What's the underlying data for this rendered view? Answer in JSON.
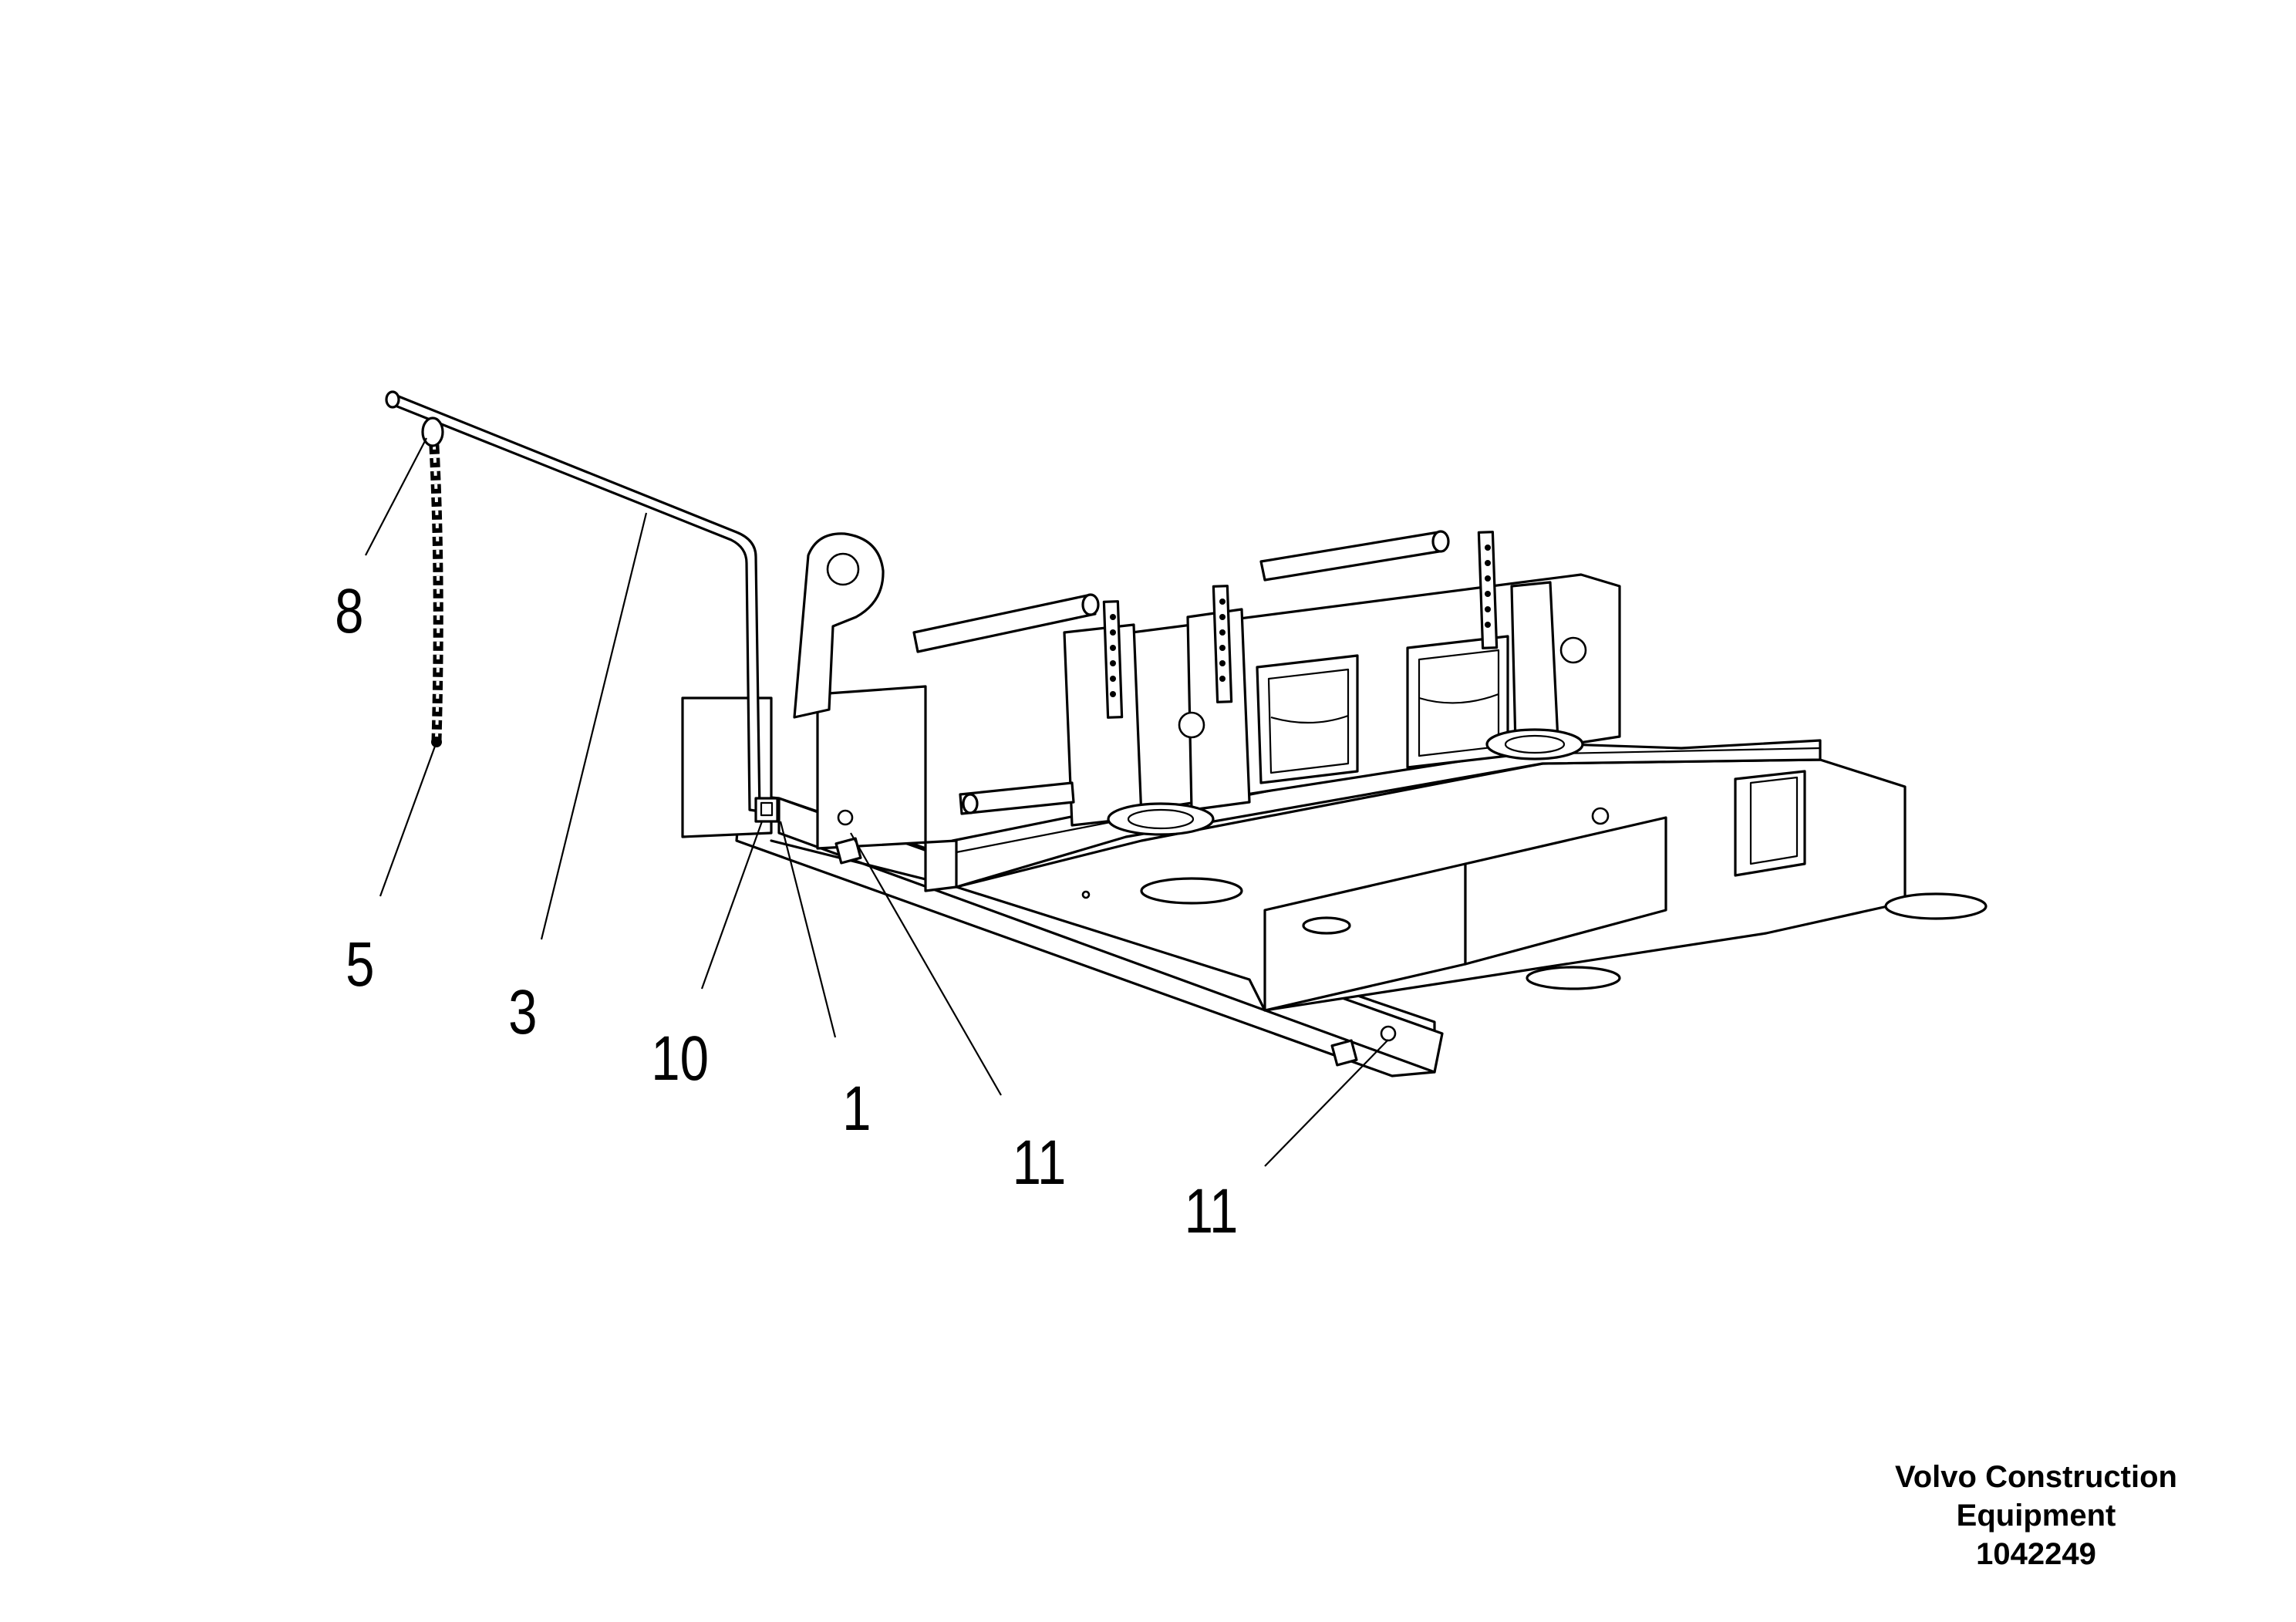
{
  "callouts": {
    "c8": "8",
    "c5": "5",
    "c3": "3",
    "c10": "10",
    "c1": "1",
    "c11a": "11",
    "c11b": "11"
  },
  "caption": {
    "line1": "Volvo Construction",
    "line2": "Equipment",
    "line3": "1042249"
  }
}
